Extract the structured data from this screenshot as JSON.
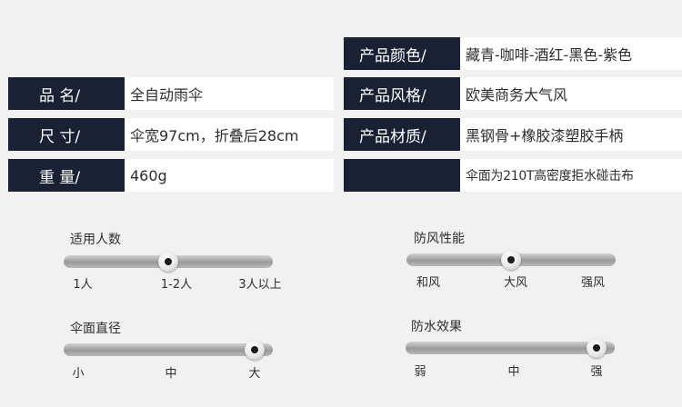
{
  "specs": {
    "color": {
      "label": "产品颜色/",
      "value": "藏青-咖啡-酒红-黑色-紫色"
    },
    "name": {
      "label": "品 名/",
      "value": "全自动雨伞"
    },
    "style": {
      "label": "产品风格/",
      "value": "欧美商务大气风"
    },
    "size": {
      "label": "尺 寸/",
      "value": "伞宽97cm，折叠后28cm"
    },
    "material": {
      "label": "产品材质/",
      "value": "黑钢骨+橡胶漆塑胶手柄"
    },
    "weight": {
      "label": "重 量/",
      "value": "460g"
    },
    "extra": {
      "label": "",
      "value": "伞面为210T高密度拒水碰击布"
    }
  },
  "ratings": {
    "people": {
      "title": "适用人数",
      "ticks": [
        "1人",
        "1-2人",
        "3人以上"
      ],
      "level": 0.5
    },
    "wind": {
      "title": "防风性能",
      "ticks": [
        "和风",
        "大风",
        "强风"
      ],
      "level": 0.5
    },
    "canopy": {
      "title": "伞面直径",
      "ticks": [
        "小",
        "中",
        "大"
      ],
      "level": 1.0
    },
    "waterproof": {
      "title": "防水效果",
      "ticks": [
        "弱",
        "中",
        "强"
      ],
      "level": 1.0
    }
  }
}
